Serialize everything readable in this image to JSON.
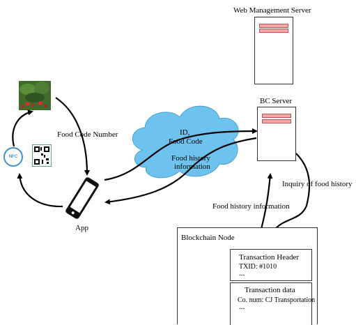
{
  "web_server": {
    "label": "Web Management Server"
  },
  "bc_server": {
    "label": "BC Server"
  },
  "cloud": {
    "line1": "ID,",
    "line2": "Food Code",
    "line3": "Food history",
    "line4": "information"
  },
  "app": {
    "label": "App"
  },
  "nfc": {
    "label": "NFC"
  },
  "food_code_label": "Food Code Number",
  "inquiry_label": "Inquiry of food history",
  "food_history_label": "Food history information",
  "blockchain": {
    "title": "Blockchain Node",
    "header_title": "Transaction Header",
    "txid": "TXID: #1010",
    "ellipsis1": "...",
    "data_title": "Transaction data",
    "co_num": "Co. num: CJ Transportation",
    "ellipsis2": "..."
  },
  "colors": {
    "cloud": "#6ec3ee",
    "bar": "#f4a7a7",
    "nfc": "#3b8fd8"
  }
}
